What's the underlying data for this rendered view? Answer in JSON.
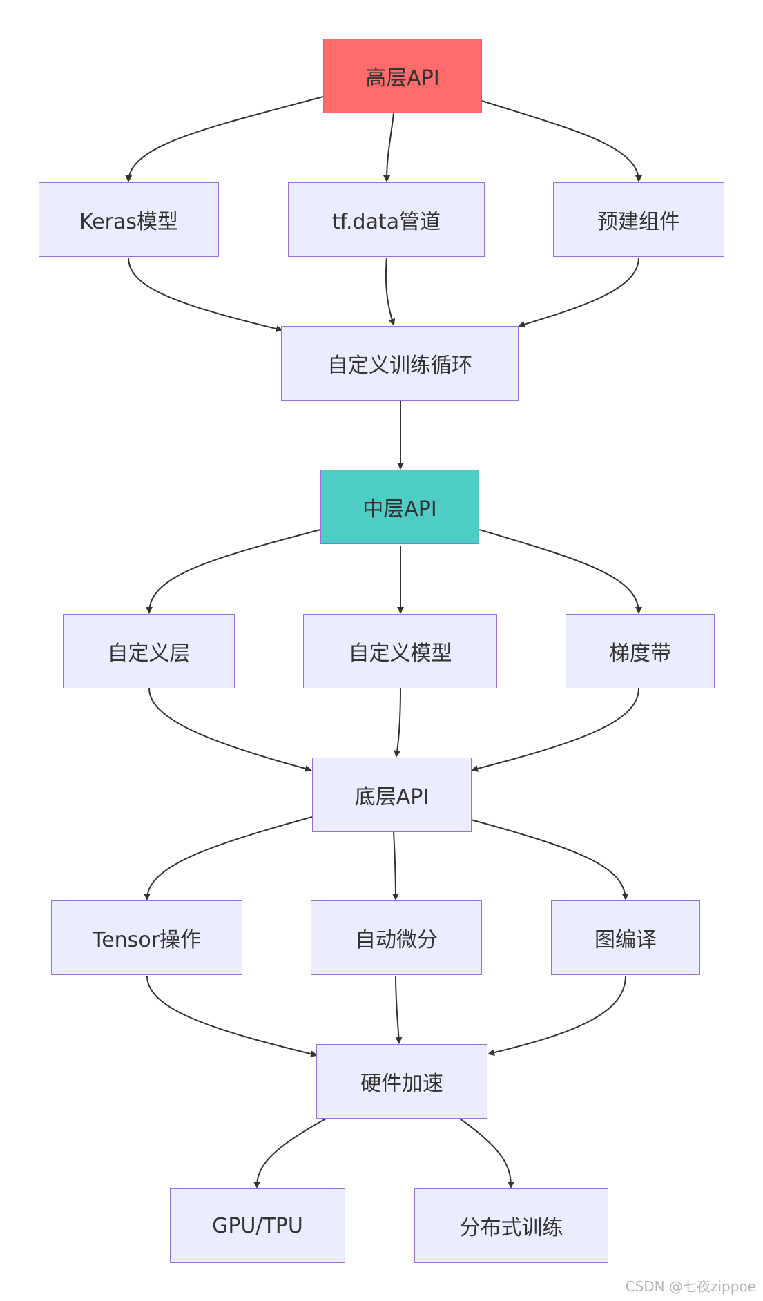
{
  "colors": {
    "node_fill": "#ececff",
    "node_border": "#9370db",
    "high_fill": "#ff6b6b",
    "mid_fill": "#4ecdc4",
    "edge": "#333333"
  },
  "nodes": {
    "high_api": "高层API",
    "keras_model": "Keras模型",
    "tf_data": "tf.data管道",
    "prebuilt": "预建组件",
    "custom_loop": "自定义训练循环",
    "mid_api": "中层API",
    "custom_layer": "自定义层",
    "custom_model": "自定义模型",
    "gradient_tape": "梯度带",
    "low_api": "底层API",
    "tensor_ops": "Tensor操作",
    "autodiff": "自动微分",
    "graph_compile": "图编译",
    "hardware": "硬件加速",
    "gpu_tpu": "GPU/TPU",
    "distributed": "分布式训练"
  },
  "watermark": "CSDN @七夜zippoe"
}
